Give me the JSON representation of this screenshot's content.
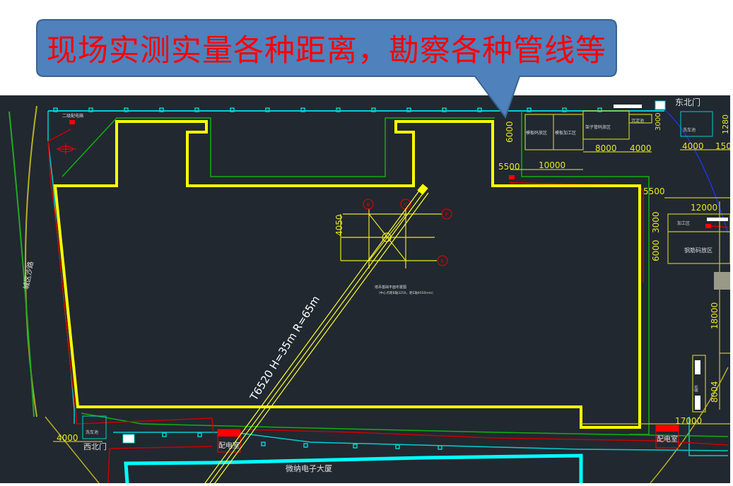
{
  "callout": {
    "text": "现场实测实量各种距离，勘察各种管线等"
  },
  "drawing": {
    "labels": {
      "secondary_box": "二级配电箱",
      "road": "城区沙路",
      "zone_template": "模板码放区",
      "zone_template_processing": "模板加工区",
      "zone_scaffold": "架子管码放区",
      "sedimentation_tank": "沉淀池",
      "car_wash_ne": "洗车池",
      "car_wash_w": "洗车池",
      "north_gate": "东北门",
      "rebar_processing": "加工区",
      "rebar_storage": "钢筋码放区",
      "crane": "T6520  H=35m  R=65m",
      "foundation_note_1": "塔吊基础平面布置图",
      "foundation_note_2": "（中心点距B轴3250，距E轴4050mm）",
      "west_gate": "西北门",
      "power_room_1": "配电室",
      "power_room_2": "配电室",
      "neighbor_building": "微纳电子大厦",
      "toilet": "厕所"
    },
    "dimensions": {
      "d6000_top": "6000",
      "d5500_left": "5500",
      "d10000": "10000",
      "d8000": "8000",
      "d4000_a": "4000",
      "d3000_top": "3000",
      "d4000_b": "4000",
      "d1500": "150",
      "d1280": "1280",
      "d5500_right": "5500",
      "d12000": "12000",
      "d3000_right": "3000",
      "d6000_right": "6000",
      "d18000": "18000",
      "d8004": "8004",
      "d17000": "17000",
      "d4050": "4050",
      "d4000_w": "4000"
    },
    "axis_markers": [
      "B",
      "C",
      "F",
      "E"
    ],
    "colors": {
      "background": "#212830",
      "building_outline": "#ffff00",
      "water": "#00e5e5",
      "power": "#cc0000",
      "drain": "#00aa00",
      "callout_fill": "#4f81bd",
      "callout_text": "#ff0000"
    }
  }
}
